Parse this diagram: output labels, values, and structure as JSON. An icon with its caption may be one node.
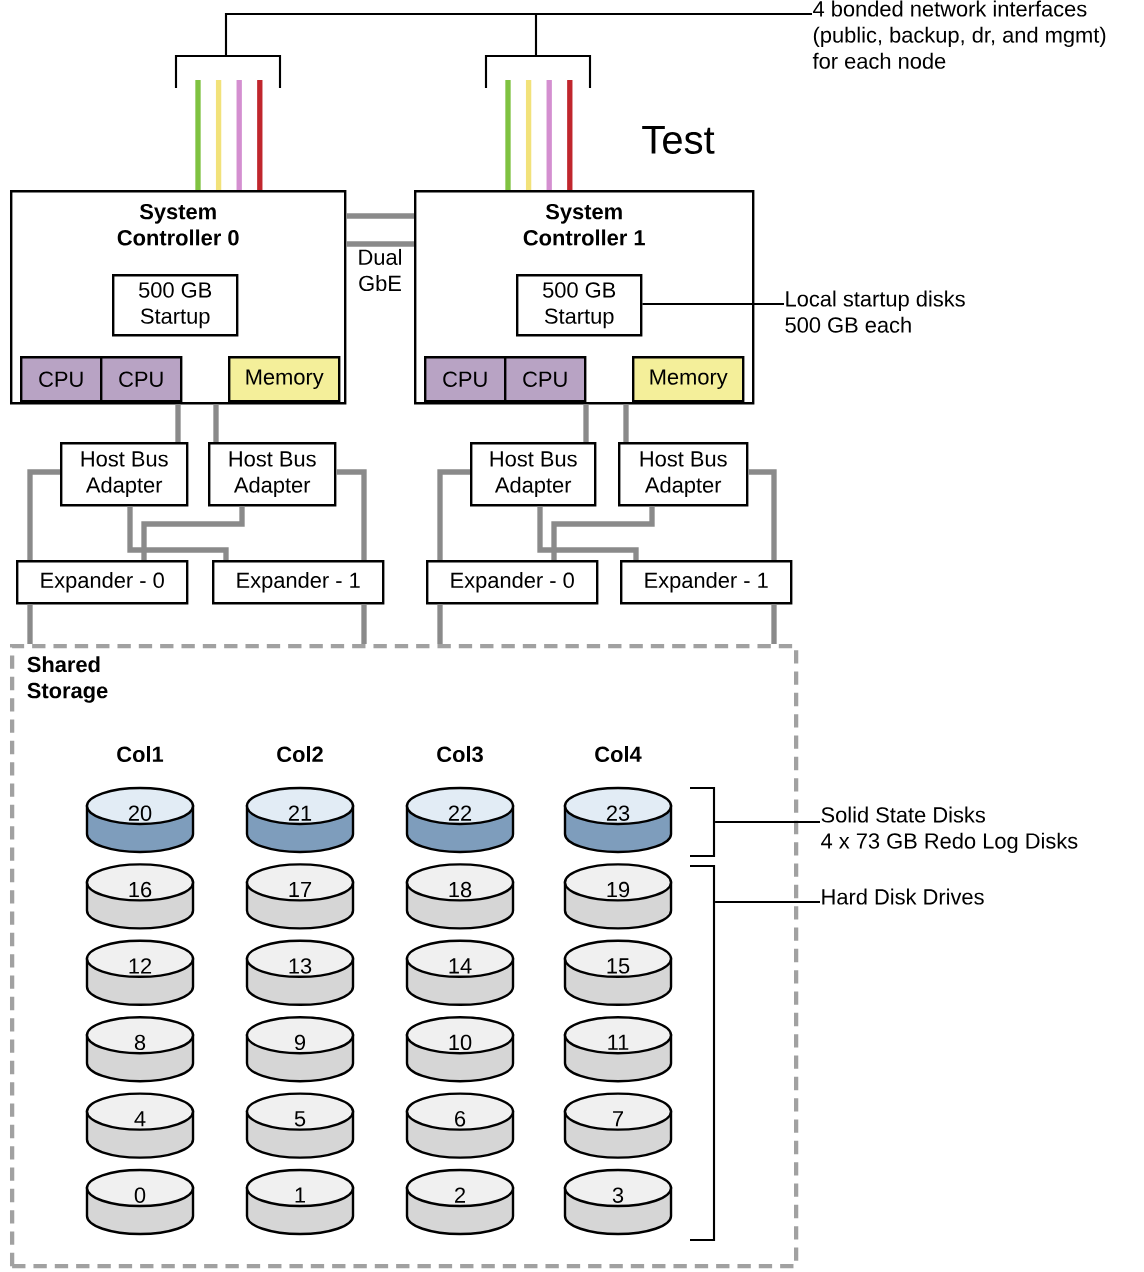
{
  "diagram": {
    "nodes": [
      {
        "text": [
          "System Controller 0"
        ]
      },
      {
        "text": [
          "500 GB Startup"
        ],
        "in": 0
      },
      {
        "text": [
          "CPU"
        ],
        "in": 0
      },
      {
        "text": [
          "CPU"
        ],
        "in": 0
      },
      {
        "text": [
          "Memory"
        ],
        "in": 0
      },
      {
        "text": [
          "System Controller 1"
        ]
      },
      {
        "text": [
          "500 GB Startup"
        ],
        "in": 5
      },
      {
        "text": [
          "CPU"
        ],
        "in": 5
      },
      {
        "text": [
          "CPU"
        ],
        "in": 5
      },
      {
        "text": [
          "Memory"
        ],
        "in": 5
      },
      {
        "text": [
          "Host Bus Adapter"
        ]
      },
      {
        "text": [
          "Host Bus Adapter"
        ]
      },
      {
        "text": [
          "Host Bus Adapter"
        ]
      },
      {
        "text": [
          "Host Bus Adapter"
        ]
      },
      {
        "text": [
          "Expander - 0"
        ]
      },
      {
        "text": [
          "Expander - 1"
        ]
      },
      {
        "text": [
          "Expander - 0"
        ]
      },
      {
        "text": [
          "Expander - 1"
        ]
      },
      {
        "text": [
          "Shared Storage"
        ]
      },
      {
        "text": [
          "20"
        ],
        "in": 18
      },
      {
        "text": [
          "21"
        ],
        "in": 18
      },
      {
        "text": [
          "22"
        ],
        "in": 18
      },
      {
        "text": [
          "23"
        ],
        "in": 18
      },
      {
        "text": [
          "16"
        ],
        "in": 18
      },
      {
        "text": [
          "17"
        ],
        "in": 18
      },
      {
        "text": [
          "18"
        ],
        "in": 18
      },
      {
        "text": [
          "19"
        ],
        "in": 18
      },
      {
        "text": [
          "12"
        ],
        "in": 18
      },
      {
        "text": [
          "13"
        ],
        "in": 18
      },
      {
        "text": [
          "14"
        ],
        "in": 18
      },
      {
        "text": [
          "15"
        ],
        "in": 18
      },
      {
        "text": [
          "8"
        ],
        "in": 18
      },
      {
        "text": [
          "9"
        ],
        "in": 18
      },
      {
        "text": [
          "10"
        ],
        "in": 18
      },
      {
        "text": [
          "11"
        ],
        "in": 18
      },
      {
        "text": [
          "4"
        ],
        "in": 18
      },
      {
        "text": [
          "5"
        ],
        "in": 18
      },
      {
        "text": [
          "6"
        ],
        "in": 18
      },
      {
        "text": [
          "7"
        ],
        "in": 18
      },
      {
        "text": [
          "0"
        ],
        "in": 18
      },
      {
        "text": [
          "1"
        ],
        "in": 18
      },
      {
        "text": [
          "2"
        ],
        "in": 18
      },
      {
        "text": [
          "3"
        ],
        "in": 18
      },
      {
        "text": [
          "4 bonded network interfaces (public, backup, dr, and mgmt) for each node"
        ]
      },
      {
        "text": [
          "Local startup disks 500 GB each"
        ]
      },
      {
        "text": [
          "Solid State Disks",
          "4 x 73 GB Redo Log Disks"
        ]
      },
      {
        "text": [
          "Hard Disk Drives"
        ]
      },
      {
        "text": [],
        "shape": "bracket",
        "in": 18
      },
      {
        "text": [],
        "shape": "bracket",
        "in": 18
      }
    ],
    "edges": [
      {
        "from": 0,
        "to": 5,
        "arrow": "none"
      },
      {
        "from": 0,
        "to": 5,
        "arrow": "none"
      },
      {
        "from": 0,
        "to": 10,
        "arrow": "none"
      },
      {
        "from": 0,
        "to": 11,
        "arrow": "none"
      },
      {
        "from": 5,
        "to": 12,
        "arrow": "none"
      },
      {
        "from": 5,
        "to": 13,
        "arrow": "none"
      },
      {
        "from": 10,
        "to": 14,
        "arrow": "none"
      },
      {
        "from": 10,
        "to": 15,
        "arrow": "none"
      },
      {
        "from": 11,
        "to": 14,
        "arrow": "none"
      },
      {
        "from": 11,
        "to": 15,
        "arrow": "none"
      },
      {
        "from": 12,
        "to": 16,
        "arrow": "none"
      },
      {
        "from": 12,
        "to": 17,
        "arrow": "none"
      },
      {
        "from": 13,
        "to": 16,
        "arrow": "none"
      },
      {
        "from": 13,
        "to": 17,
        "arrow": "none"
      },
      {
        "from": 14,
        "to": 18,
        "arrow": "none"
      },
      {
        "from": 15,
        "to": 18,
        "arrow": "none"
      },
      {
        "from": 16,
        "to": 18,
        "arrow": "none"
      },
      {
        "from": 17,
        "to": 18,
        "arrow": "none"
      },
      {
        "from": 43,
        "to": null,
        "arrow": "none",
        "color": "#000000"
      },
      {
        "from": 43,
        "to": null,
        "arrow": "none",
        "color": "#000000"
      },
      {
        "from": 44,
        "to": 6,
        "arrow": "none",
        "color": "#000000"
      },
      {
        "from": 45,
        "to": 47,
        "arrow": "none",
        "color": "#000000"
      },
      {
        "from": 46,
        "to": 48,
        "arrow": "none",
        "color": "#000000"
      }
    ],
    "labels": [
      "Test",
      "Dual GbE",
      "Col1",
      "Col2",
      "Col3",
      "Col4"
    ]
  }
}
